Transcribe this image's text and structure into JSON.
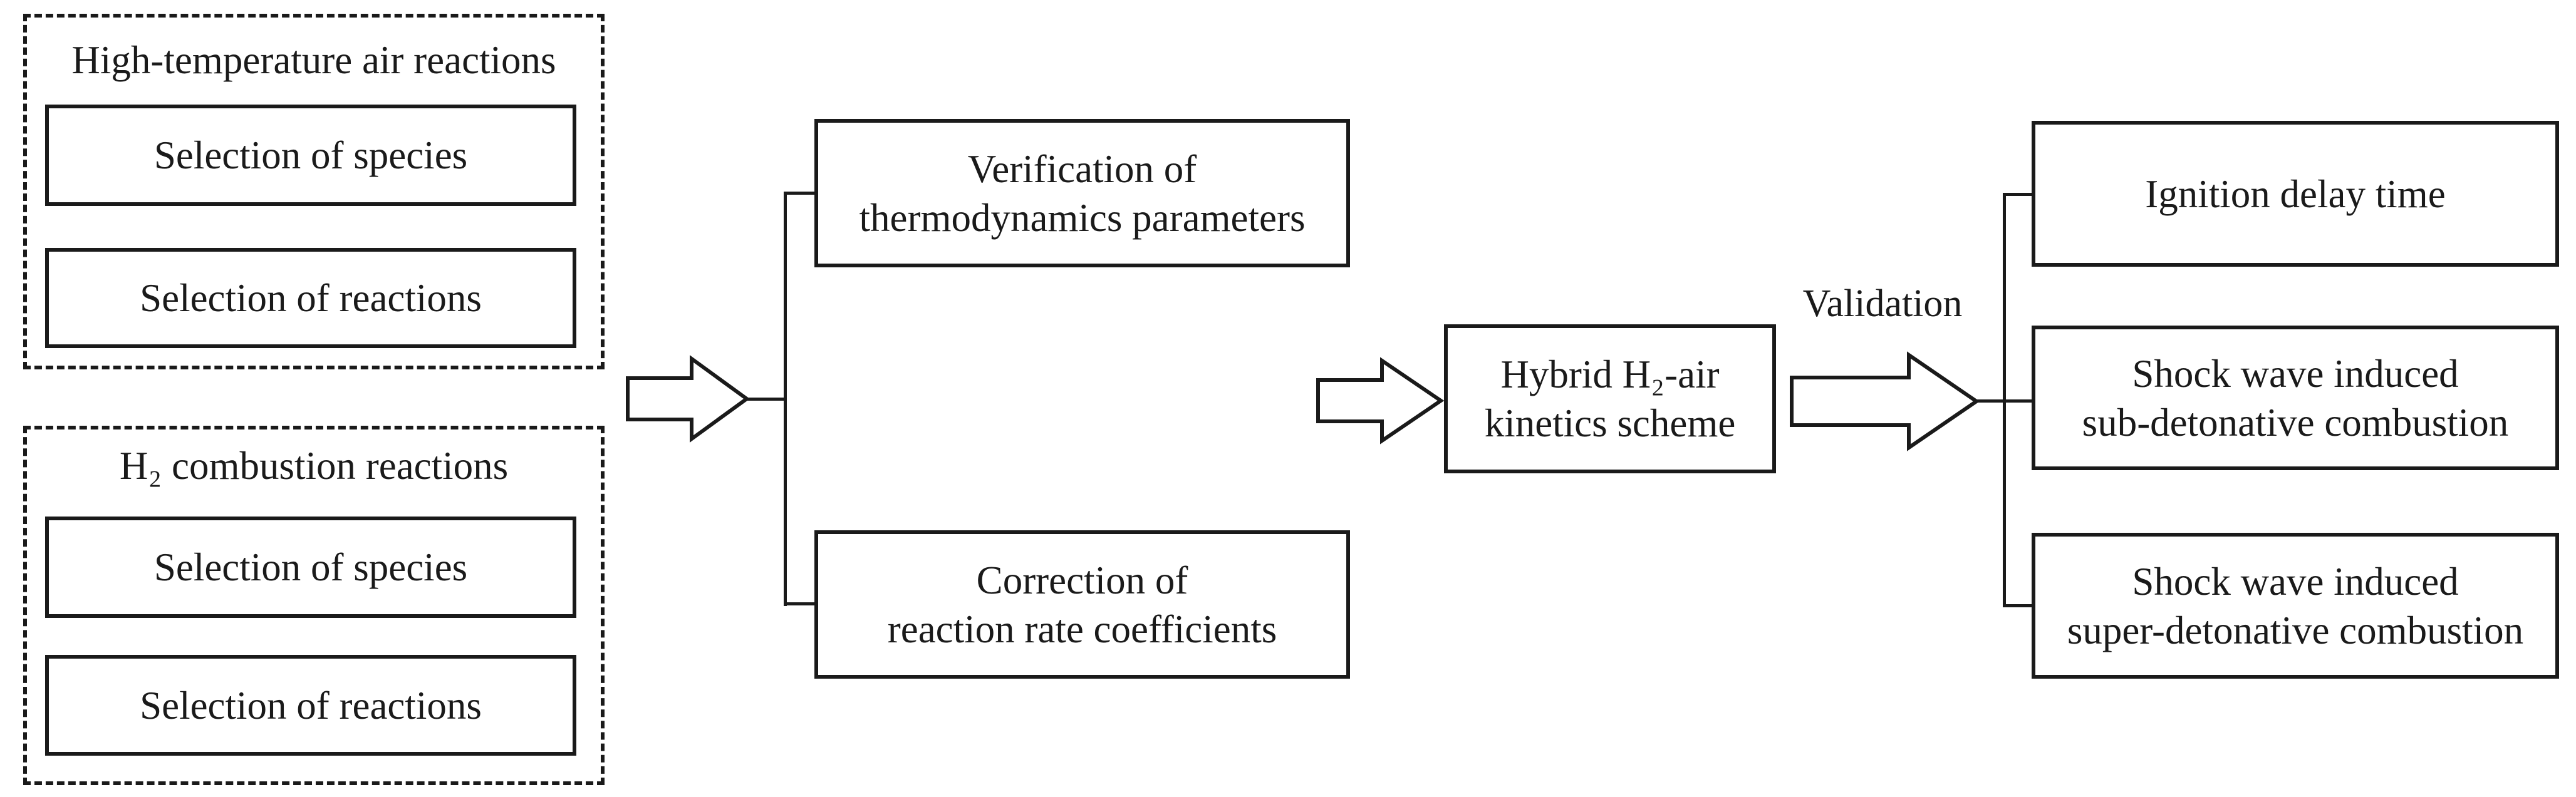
{
  "colors": {
    "background": "#ffffff",
    "line": "#1a1a1a",
    "text": "#1a1a1a",
    "box_fill": "#ffffff"
  },
  "group1": {
    "title": "High-temperature air reactions",
    "box1": "Selection of species",
    "box2": "Selection of reactions"
  },
  "group2": {
    "title": "H₂ combustion reactions",
    "box1": "Selection of species",
    "box2": "Selection of reactions"
  },
  "process": {
    "verification": "Verification of\nthermodynamics parameters",
    "correction": "Correction of\nreaction rate coefficients",
    "hybrid": "Hybrid H₂-air\nkinetics scheme"
  },
  "validation_label": "Validation",
  "outputs": {
    "box1": "Ignition delay time",
    "box2": "Shock wave induced\nsub-detonative combustion",
    "box3": "Shock wave induced\nsuper-detonative combustion"
  }
}
